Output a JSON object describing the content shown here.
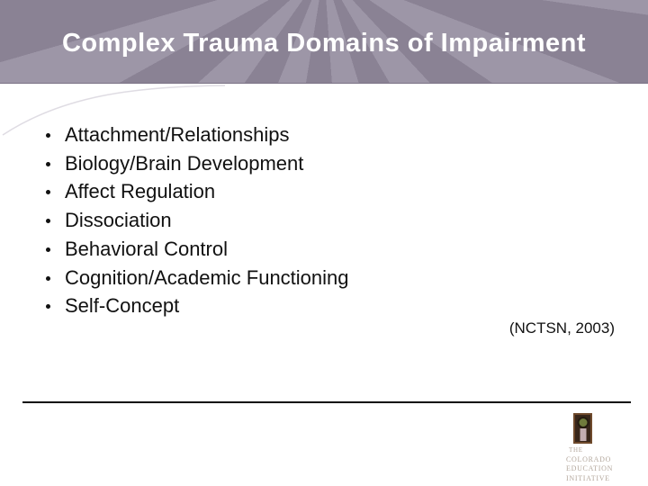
{
  "slide": {
    "title": "Complex Trauma Domains of Impairment",
    "bullets": [
      "Attachment/Relationships",
      "Biology/Brain Development",
      "Affect Regulation",
      "Dissociation",
      "Behavioral Control",
      "Cognition/Academic Functioning",
      "Self-Concept"
    ],
    "citation": "(NCTSN, 2003)",
    "logo": {
      "lines": [
        "The",
        "Colorado",
        "Education",
        "Initiative"
      ]
    },
    "colors": {
      "header_base": "#8a8294",
      "header_ray": "#9d96a7",
      "title_text": "#ffffff",
      "body_text": "#111111",
      "divider": "#0d0d0d",
      "logo_frame_brown": "#6f4a2c",
      "logo_inner_brown": "#38261a",
      "logo_emblem_olive": "#6f7b3c",
      "logo_column_mauve": "#c2adb0",
      "logo_text": "#b3a79c"
    }
  }
}
